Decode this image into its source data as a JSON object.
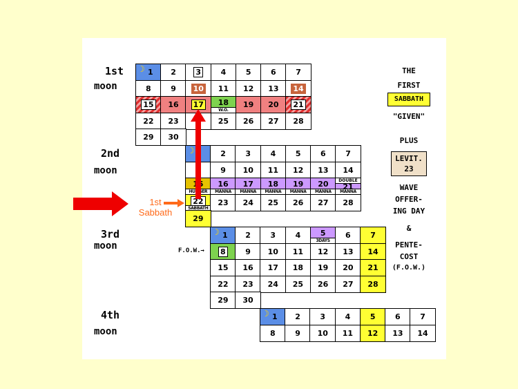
{
  "moon_labels": [
    {
      "num": "1st",
      "word": "moon"
    },
    {
      "num": "2nd",
      "word": "moon"
    },
    {
      "num": "3rd",
      "word": "moon"
    },
    {
      "num": "4th",
      "word": "moon"
    }
  ],
  "side": {
    "the": "THE",
    "first": "FIRST",
    "sabbath": "SABBATH",
    "given": "\"GIVEN\"",
    "plus": "PLUS",
    "levit_a": "LEVIT.",
    "levit_b": "23",
    "wave": "WAVE",
    "offering": "OFFER-",
    "ing_day": "ING DAY",
    "amp": "&",
    "pente": "PENTE-",
    "cost": "COST",
    "fow": "(F.O.W.)"
  },
  "annotations": {
    "first_sabbath_a": "1st",
    "first_sabbath_b": "Sabbath",
    "fow_label": "F.O.W.→"
  },
  "colors": {
    "page_bg": "#ffffcc",
    "new_moon": "#5b8ee6",
    "feast": "#f08080",
    "sabbath": "#ffff33",
    "omer_count": "#cc99ff",
    "wave_offering": "#7ed24f",
    "arrow": "#ee0000",
    "orange_text": "#ff6a1a"
  },
  "calendar": {
    "moon1": [
      {
        "t": "1",
        "style": "blue",
        "moon": true
      },
      {
        "t": "2"
      },
      {
        "t": "3",
        "frame": "plain"
      },
      {
        "t": "4"
      },
      {
        "t": "5"
      },
      {
        "t": "6"
      },
      {
        "t": "7"
      },
      {
        "t": "8"
      },
      {
        "t": "9"
      },
      {
        "t": "10",
        "frame": "brown"
      },
      {
        "t": "11"
      },
      {
        "t": "12"
      },
      {
        "t": "13"
      },
      {
        "t": "14",
        "frame": "brown"
      },
      {
        "t": "15",
        "style": "hatch",
        "frame": "plain"
      },
      {
        "t": "16",
        "style": "pink"
      },
      {
        "t": "17",
        "style": "pink",
        "frame": "yellow"
      },
      {
        "t": "18",
        "style": "green",
        "sub": "W.O."
      },
      {
        "t": "19",
        "style": "pink"
      },
      {
        "t": "20",
        "style": "pink"
      },
      {
        "t": "21",
        "style": "hatch",
        "frame": "plain"
      },
      {
        "t": "22"
      },
      {
        "t": "23"
      },
      {
        "t": ""
      },
      {
        "t": "25"
      },
      {
        "t": "26"
      },
      {
        "t": "27"
      },
      {
        "t": "28"
      },
      {
        "t": "29"
      },
      {
        "t": "30"
      }
    ],
    "moon2": [
      {
        "t": "",
        "style": "blue",
        "moon": true
      },
      {
        "t": "2"
      },
      {
        "t": "3"
      },
      {
        "t": "4"
      },
      {
        "t": "5"
      },
      {
        "t": "6"
      },
      {
        "t": "7"
      },
      {
        "t": ""
      },
      {
        "t": "9"
      },
      {
        "t": "10"
      },
      {
        "t": "11"
      },
      {
        "t": "12"
      },
      {
        "t": "13"
      },
      {
        "t": "14"
      },
      {
        "t": "15",
        "style": "gold",
        "sub": "HUNGER"
      },
      {
        "t": "16",
        "style": "purple",
        "sub": "MANNA"
      },
      {
        "t": "17",
        "style": "purple",
        "sub": "MANNA"
      },
      {
        "t": "18",
        "style": "purple",
        "sub": "MANNA"
      },
      {
        "t": "19",
        "style": "purple",
        "sub": "MANNA"
      },
      {
        "t": "20",
        "style": "purple",
        "sub": "MANNA"
      },
      {
        "t": "21",
        "style": "purple",
        "sub": "MANNA",
        "top": "DOUBLE"
      },
      {
        "t": "22",
        "style": "yellow",
        "sub": "SABBATH",
        "frame": "plain"
      },
      {
        "t": "23"
      },
      {
        "t": "24"
      },
      {
        "t": "25"
      },
      {
        "t": "26"
      },
      {
        "t": "27"
      },
      {
        "t": "28"
      },
      {
        "t": "29",
        "style": "yellow"
      }
    ],
    "moon3": [
      {
        "t": "1",
        "style": "blue",
        "moon": true
      },
      {
        "t": "2"
      },
      {
        "t": "3"
      },
      {
        "t": "4"
      },
      {
        "t": "5",
        "style": "purple",
        "sub": "3DAYS"
      },
      {
        "t": "6"
      },
      {
        "t": "7",
        "style": "yellow"
      },
      {
        "t": "8",
        "style": "green",
        "frame": "grey"
      },
      {
        "t": "9"
      },
      {
        "t": "10"
      },
      {
        "t": "11"
      },
      {
        "t": "12"
      },
      {
        "t": "13"
      },
      {
        "t": "14",
        "style": "yellow"
      },
      {
        "t": "15"
      },
      {
        "t": "16"
      },
      {
        "t": "17"
      },
      {
        "t": "18"
      },
      {
        "t": "19"
      },
      {
        "t": "20"
      },
      {
        "t": "21",
        "style": "yellow"
      },
      {
        "t": "22"
      },
      {
        "t": "23"
      },
      {
        "t": "24"
      },
      {
        "t": "25"
      },
      {
        "t": "26"
      },
      {
        "t": "27"
      },
      {
        "t": "28",
        "style": "yellow"
      },
      {
        "t": "29"
      },
      {
        "t": "30"
      }
    ],
    "moon4": [
      {
        "t": "1",
        "style": "blue",
        "moon": true
      },
      {
        "t": "2"
      },
      {
        "t": "3"
      },
      {
        "t": "4"
      },
      {
        "t": "5",
        "style": "yellow"
      },
      {
        "t": "6"
      },
      {
        "t": "7"
      },
      {
        "t": "8"
      },
      {
        "t": "9"
      },
      {
        "t": "10"
      },
      {
        "t": "11"
      },
      {
        "t": "12",
        "style": "yellow"
      },
      {
        "t": "13"
      },
      {
        "t": "14"
      }
    ]
  }
}
